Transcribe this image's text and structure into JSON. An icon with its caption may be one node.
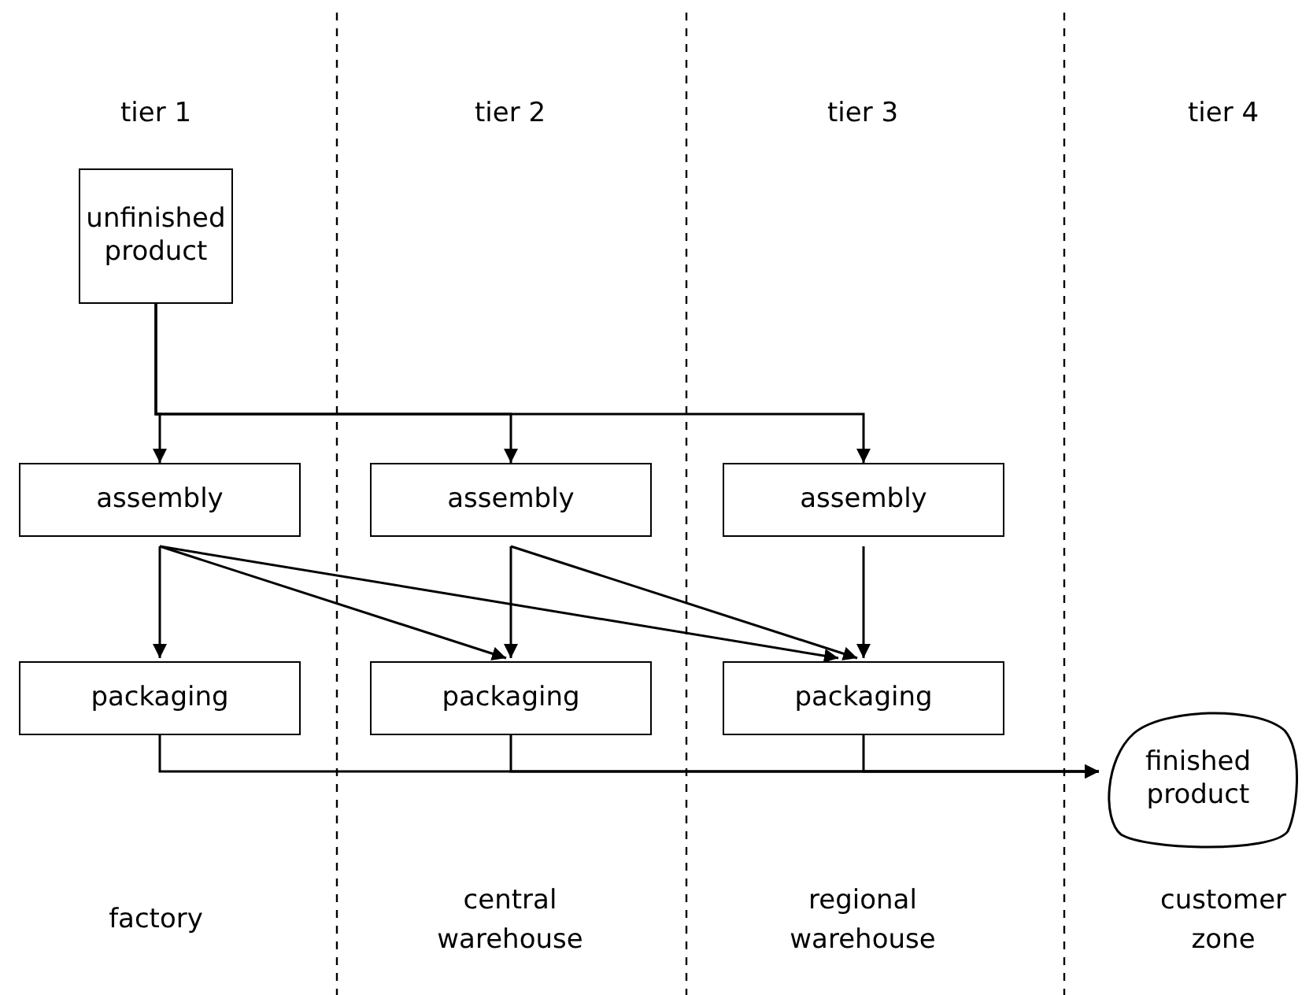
{
  "diagram": {
    "nodes": [
      {
        "text": [
          "unfinished product"
        ]
      },
      {
        "text": [
          "assembly"
        ]
      },
      {
        "text": [
          "assembly"
        ]
      },
      {
        "text": [
          "assembly"
        ]
      },
      {
        "text": [
          "packaging"
        ]
      },
      {
        "text": [
          "packaging"
        ]
      },
      {
        "text": [
          "packaging"
        ]
      },
      {
        "text": [
          "finished product"
        ]
      }
    ],
    "edges": [
      {
        "from": 0,
        "to": 1,
        "arrow": "to"
      },
      {
        "from": 0,
        "to": 2,
        "arrow": "to"
      },
      {
        "from": 0,
        "to": 3,
        "arrow": "to"
      },
      {
        "from": 1,
        "to": 4,
        "arrow": "to"
      },
      {
        "from": 1,
        "to": 5,
        "arrow": "to"
      },
      {
        "from": 1,
        "to": 6,
        "arrow": "to"
      },
      {
        "from": 2,
        "to": 5,
        "arrow": "to"
      },
      {
        "from": 2,
        "to": 6,
        "arrow": "to"
      },
      {
        "from": 3,
        "to": 6,
        "arrow": "to"
      },
      {
        "from": 4,
        "to": 7,
        "arrow": "to"
      },
      {
        "from": 5,
        "to": 7,
        "arrow": "to"
      },
      {
        "from": 6,
        "to": 7,
        "arrow": "to"
      }
    ],
    "labels": [
      "tier 1",
      "tier 2",
      "tier 3",
      "tier 4",
      "factory",
      "central warehouse",
      "regional warehouse",
      "customer zone"
    ]
  }
}
